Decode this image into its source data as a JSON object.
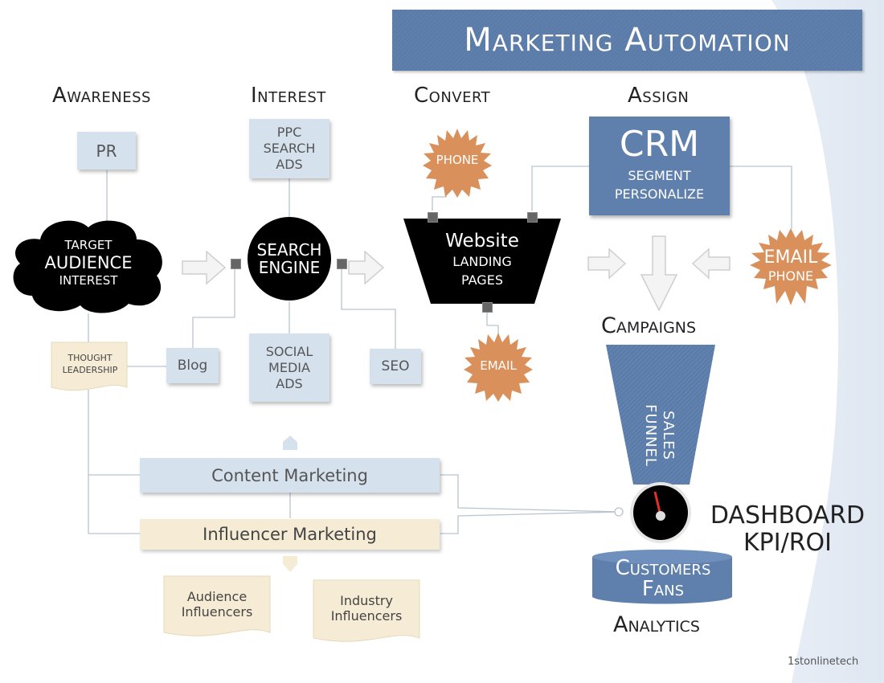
{
  "title": "Marketing Automation",
  "stages": {
    "awareness": "Awareness",
    "interest": "Interest",
    "convert": "Convert",
    "assign": "Assign"
  },
  "awareness": {
    "pr": "PR",
    "cloud": [
      "TARGET",
      "AUDIENCE",
      "INTEREST"
    ],
    "thought_leadership": [
      "THOUGHT",
      "LEADERSHIP"
    ],
    "blog": "Blog"
  },
  "interest": {
    "ppc": [
      "PPC",
      "SEARCH",
      "ADS"
    ],
    "search_engine": [
      "SEARCH",
      "ENGINE"
    ],
    "social": [
      "SOCIAL",
      "MEDIA",
      "ADS"
    ],
    "seo": "SEO"
  },
  "convert": {
    "phone": "PHONE",
    "website": "Website",
    "landing": [
      "LANDING",
      "PAGES"
    ],
    "email": "EMAIL"
  },
  "assign": {
    "crm": "CRM",
    "crm_sub": [
      "SEGMENT",
      "PERSONALIZE"
    ],
    "email_phone": [
      "EMAIL",
      "PHONE"
    ]
  },
  "campaigns": "Campaigns",
  "funnel": [
    "SALES",
    "FUNNEL"
  ],
  "dashboard": [
    "DASHBOARD",
    "KPI/ROI"
  ],
  "customers": [
    "Customers",
    "Fans"
  ],
  "analytics": "Analytics",
  "content_marketing": "Content Marketing",
  "influencer_marketing": "Influencer Marketing",
  "audience_influencers": [
    "Audience",
    "Influencers"
  ],
  "industry_influencers": [
    "Industry",
    "Influencers"
  ],
  "watermark": "1stonlinetech",
  "colors": {
    "banner_blue": "#5f80ad",
    "light_blue": "#d6e1ee",
    "tan": "#f6ecd6",
    "burst_orange": "#d9905a",
    "black": "#000000"
  }
}
